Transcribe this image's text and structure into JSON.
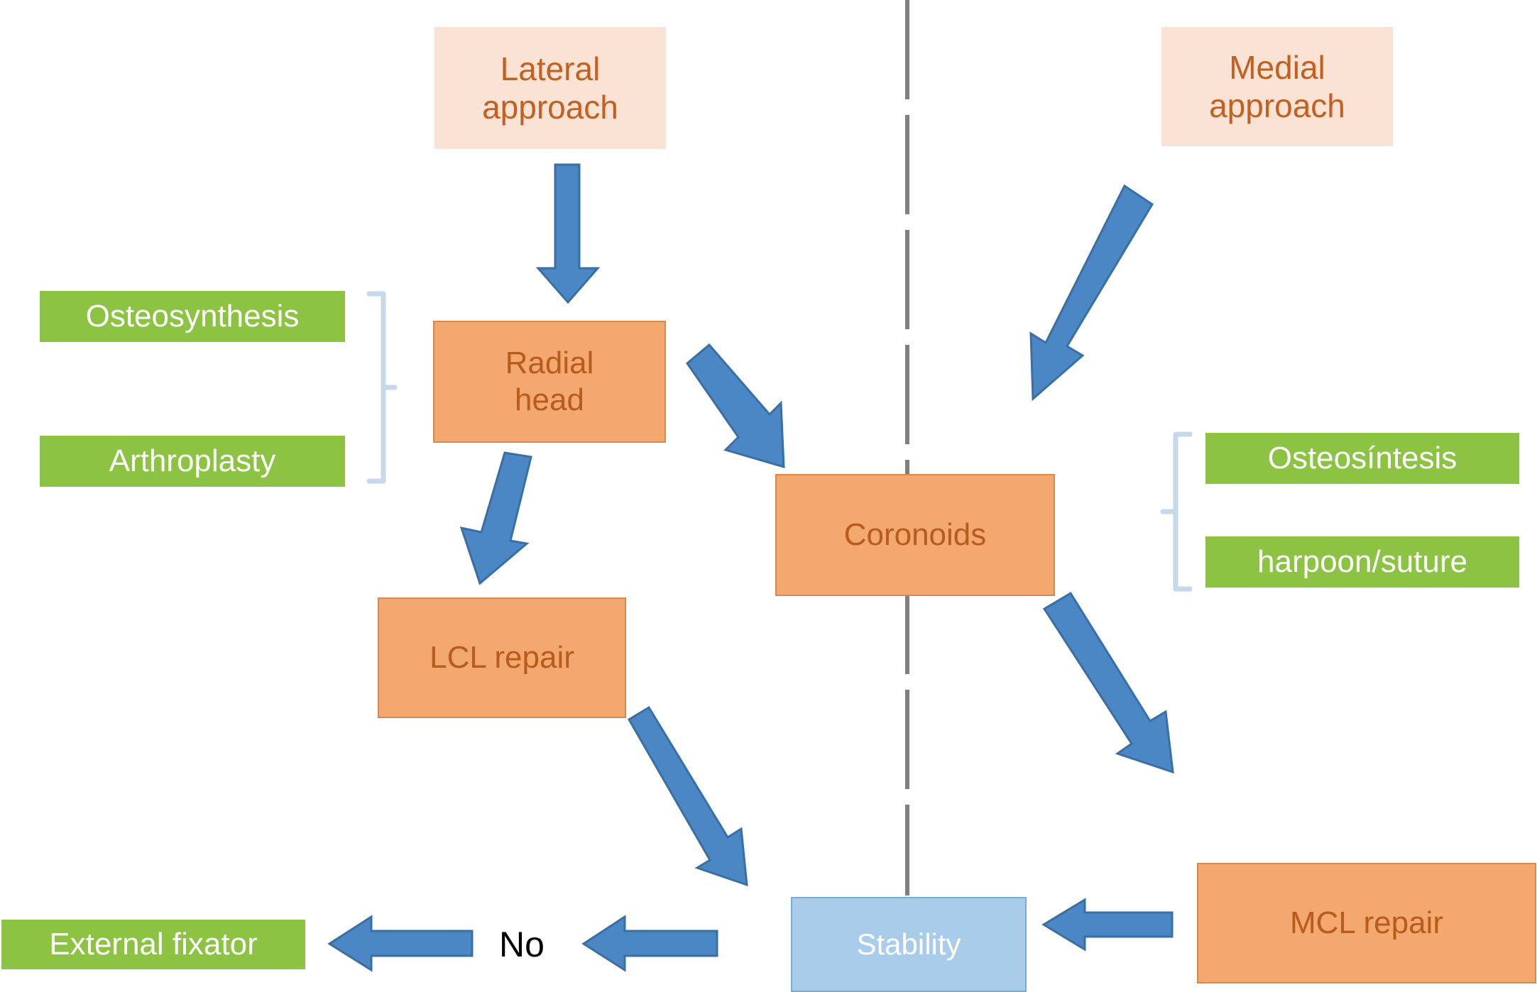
{
  "diagram": {
    "title": "Elbow terrible triad surgical management algorithm",
    "colors": {
      "approach_fill": "#fae3d5",
      "approach_text": "#c4601f",
      "process_fill": "#f3a870",
      "process_border": "#d88a4e",
      "process_text": "#b85b1c",
      "option_fill": "#8cc342",
      "option_text": "#ffffff",
      "decision_fill": "#a8cce9",
      "decision_border": "#7ea9cf",
      "decision_text": "#ffffff",
      "arrow_fill": "#4a87c4",
      "arrow_stroke": "#3a6fa5",
      "bracket_stroke": "#c5d9ea",
      "divider_stroke": "#808080",
      "background": "#ffffff"
    },
    "divider": {
      "name": "lateral-medial-divider",
      "style": "dashed-vertical"
    },
    "nodes": {
      "lateral_approach": "Lateral\napproach",
      "medial_approach": "Medial\napproach",
      "radial_head": "Radial\nhead",
      "coronoids": "Coronoids",
      "lcl_repair": "LCL repair",
      "mcl_repair": "MCL repair",
      "stability": "Stability",
      "osteosynthesis_left": "Osteosynthesis",
      "arthroplasty": "Arthroplasty",
      "osteosintesis_right": "Osteosíntesis",
      "harpoon_suture": "harpoon/suture",
      "external_fixator": "External fixator",
      "no_label": "No"
    },
    "edges": [
      {
        "from": "lateral_approach",
        "to": "radial_head",
        "direction": "down"
      },
      {
        "from": "medial_approach",
        "to": "coronoids",
        "direction": "down-left"
      },
      {
        "from": "radial_head",
        "to": "coronoids",
        "direction": "down-right"
      },
      {
        "from": "radial_head",
        "to": "lcl_repair",
        "direction": "down"
      },
      {
        "from": "coronoids",
        "to": "mcl_repair",
        "direction": "down-right"
      },
      {
        "from": "lcl_repair",
        "to": "stability",
        "direction": "down-right"
      },
      {
        "from": "mcl_repair",
        "to": "stability",
        "direction": "left"
      },
      {
        "from": "stability",
        "to": "no_label",
        "direction": "left"
      },
      {
        "from": "no_label",
        "to": "external_fixator",
        "direction": "left"
      }
    ],
    "brackets": [
      {
        "name": "radial-head-options-bracket",
        "groups": [
          "osteosynthesis_left",
          "arthroplasty"
        ],
        "attached_to": "radial_head"
      },
      {
        "name": "coronoid-options-bracket",
        "groups": [
          "osteosintesis_right",
          "harpoon_suture"
        ],
        "attached_to": "coronoids"
      }
    ]
  }
}
